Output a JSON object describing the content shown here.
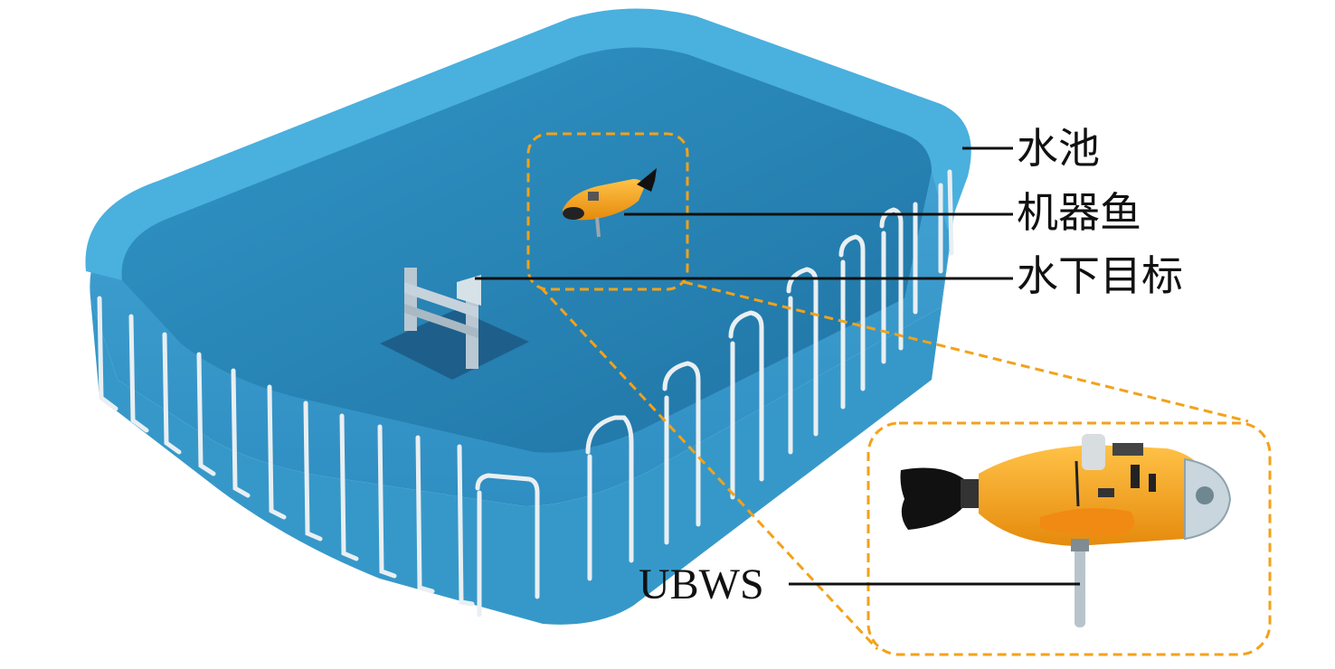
{
  "labels": {
    "pool": "水池",
    "robot_fish": "机器鱼",
    "underwater_target": "水下目标",
    "ubws": "UBWS"
  },
  "colors": {
    "pool_rim": "#3fa6d6",
    "pool_rim_dark": "#2f8ec2",
    "pool_wall": "#3b9ccd",
    "water": "#2a88b8",
    "water_deep": "#1f73a4",
    "frame": "#e8eef2",
    "callout_dash": "#f2a21a",
    "fish_body": "#f5a623",
    "fish_tail": "#111111",
    "leader_line": "#111111"
  }
}
